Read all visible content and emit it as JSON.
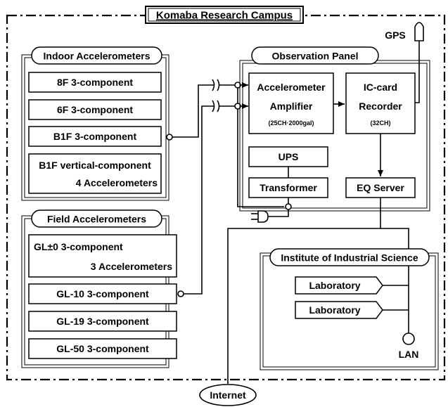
{
  "campus_title": "Komaba Research Campus",
  "indoor": {
    "title": "Indoor Accelerometers",
    "items": [
      "8F 3-component",
      "6F 3-component",
      "B1F 3-component"
    ],
    "vertical_line1": "B1F vertical-component",
    "vertical_line2": "4  Accelerometers"
  },
  "field": {
    "title": "Field Accelerometers",
    "gl0_line1": "GL±0 3-component",
    "gl0_line2": "3  Accelerometers",
    "items": [
      "GL-10 3-component",
      "GL-19 3-component",
      "GL-50 3-component"
    ]
  },
  "panel": {
    "title": "Observation Panel",
    "amp_line1": "Accelerometer",
    "amp_line2": "Amplifier",
    "amp_spec": "(25CH·2000gal)",
    "rec_line1": "IC-card",
    "rec_line2": "Recorder",
    "rec_spec": "(32CH)",
    "ups": "UPS",
    "transformer": "Transformer",
    "eq_server": "EQ Server"
  },
  "gps": "GPS",
  "iis": {
    "title": "Institute of Industrial Science",
    "labs": [
      "Laboratory",
      "Laboratory"
    ],
    "lan": "LAN"
  },
  "internet": "Internet"
}
